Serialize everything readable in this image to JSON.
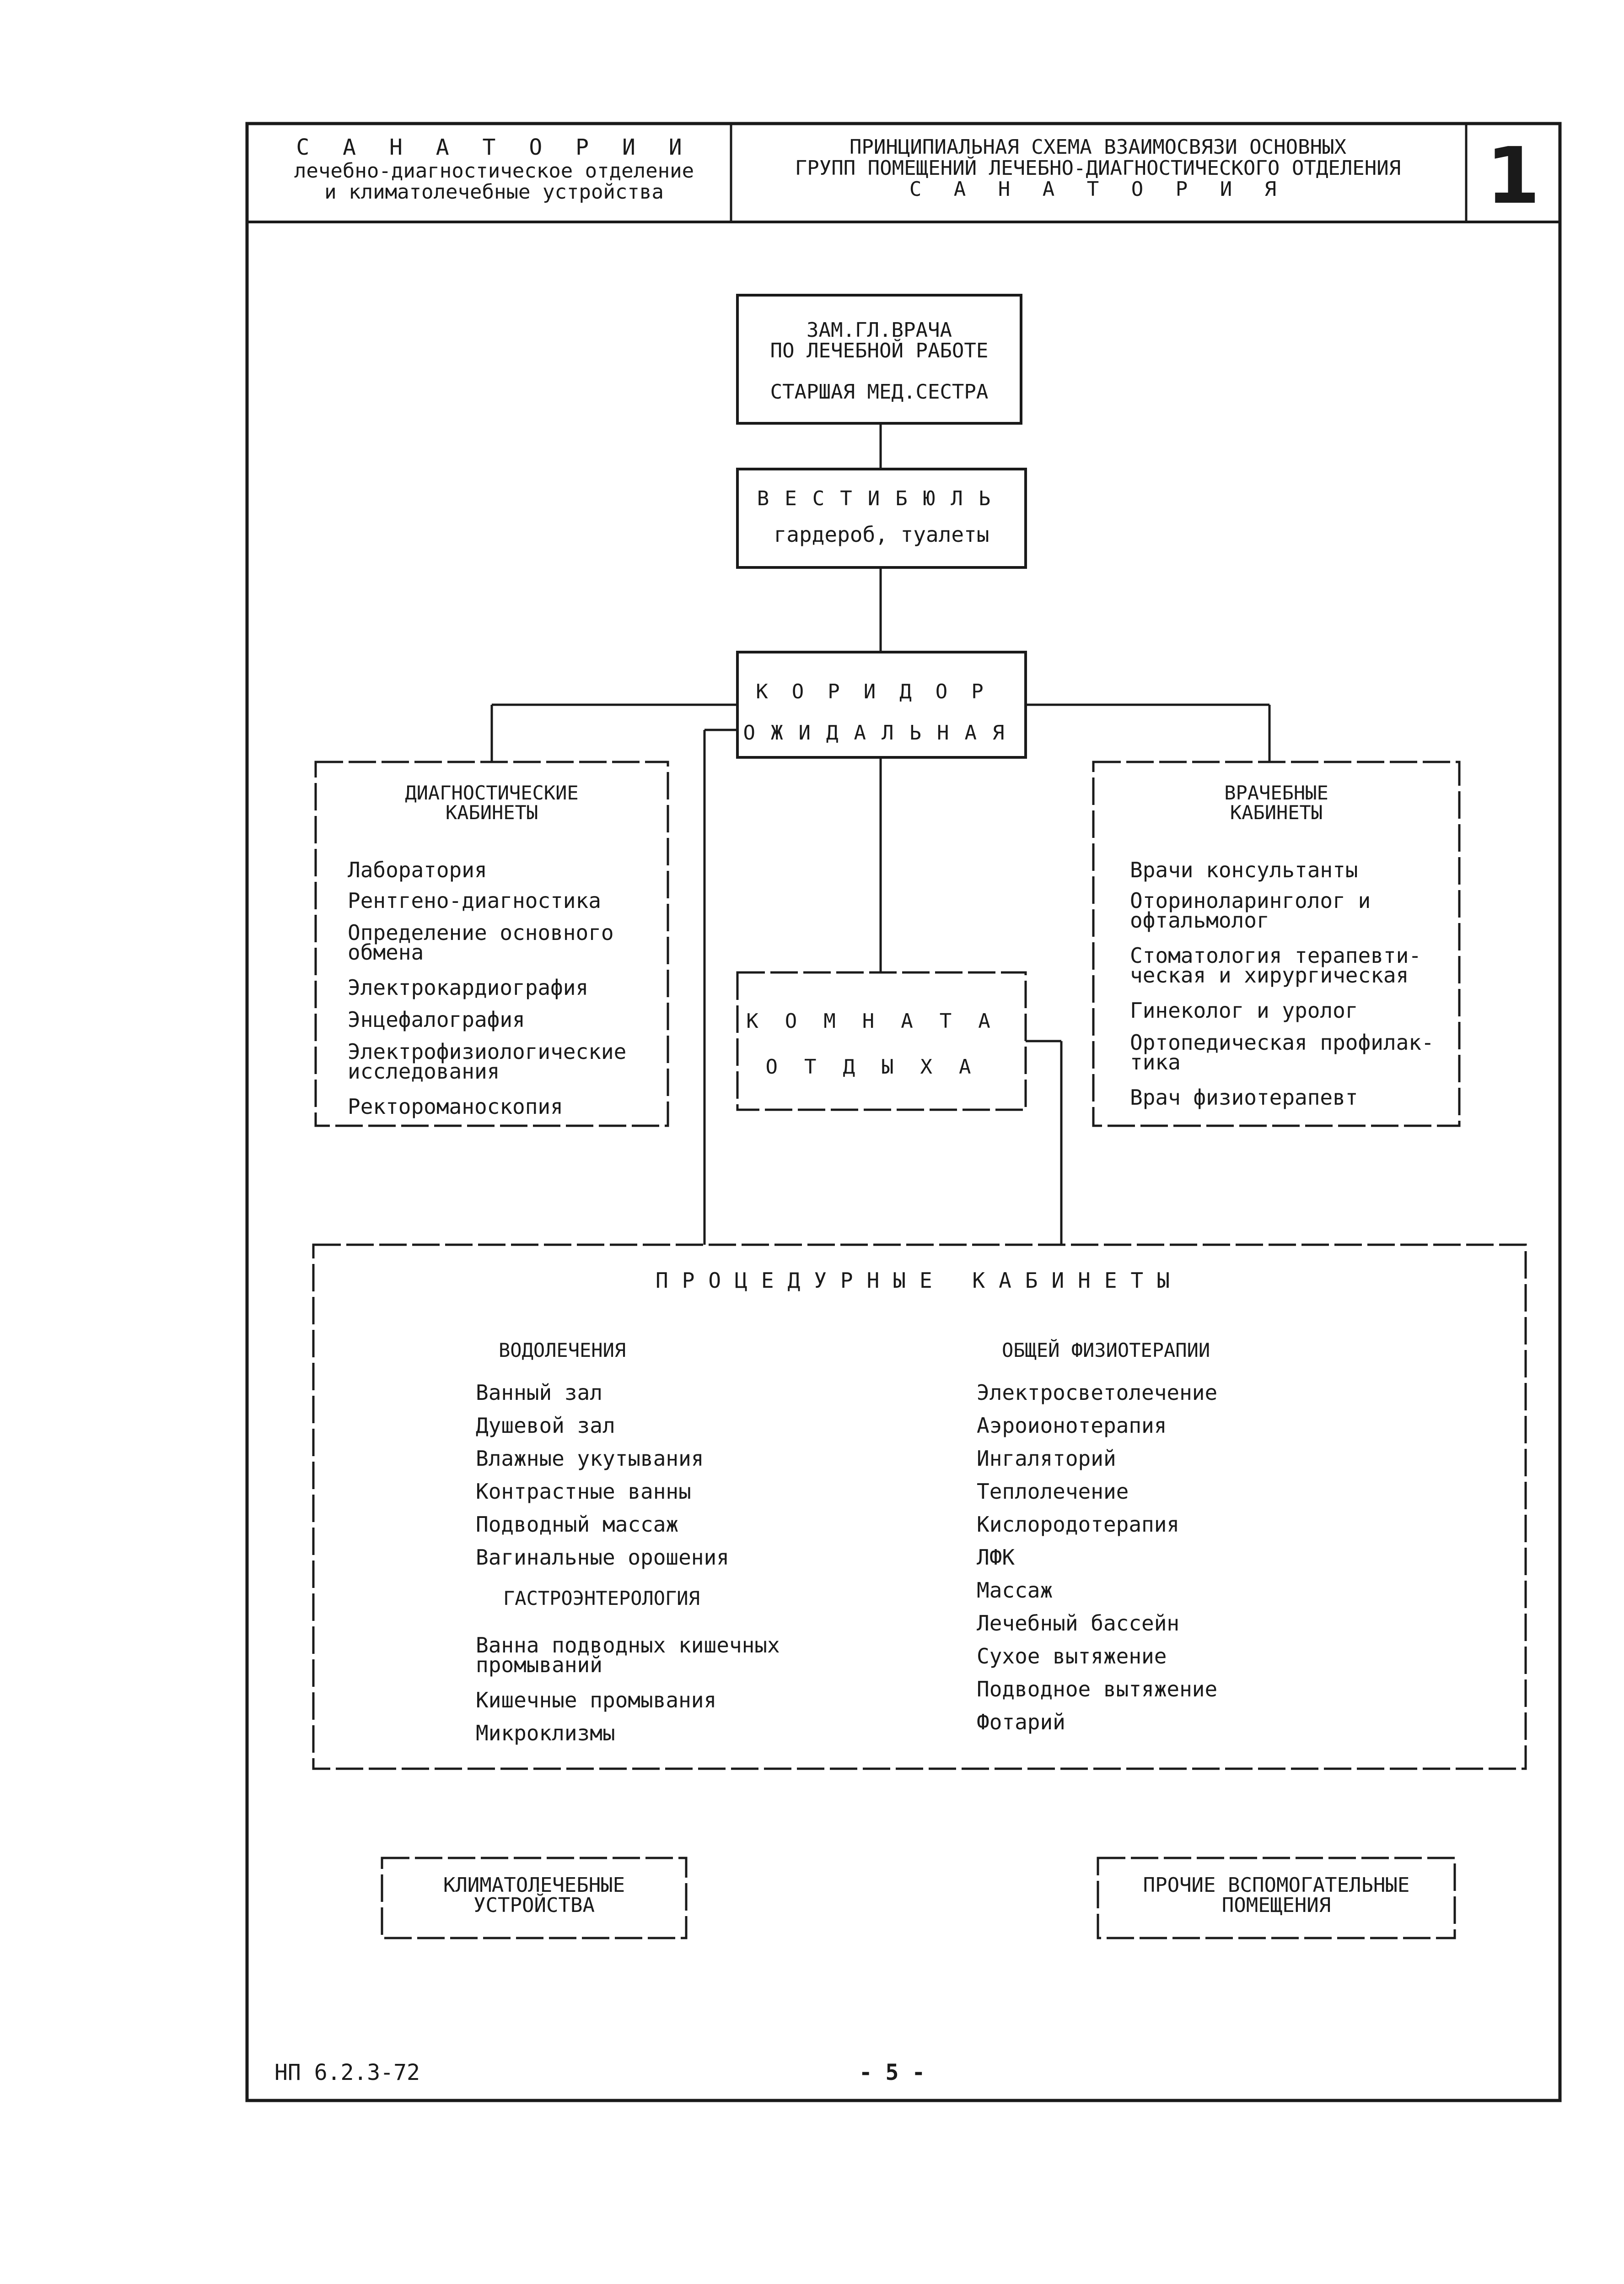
{
  "header": {
    "left_title": "С А Н А Т О Р И И",
    "left_line1": "лечебно-диагностическое отделение",
    "left_line2": "и климатолечебные устройства",
    "center_line1": "ПРИНЦИПИАЛЬНАЯ СХЕМА ВЗАИМОСВЯЗИ ОСНОВНЫХ",
    "center_line2": "ГРУПП ПОМЕЩЕНИЙ ЛЕЧЕБНО-ДИАГНОСТИЧЕСКОГО ОТДЕЛЕНИЯ",
    "center_line3": "С А Н А Т О Р И Я",
    "sheet_number": "1"
  },
  "boxes": {
    "head": {
      "line1": "ЗАМ.ГЛ.ВРАЧА",
      "line2": "ПО ЛЕЧЕБНОЙ РАБОТЕ",
      "line3": "СТАРШАЯ МЕД.СЕСТРА"
    },
    "vestibule": {
      "title": "ВЕСТИБЮЛЬ",
      "subtitle": "гардероб, туалеты"
    },
    "corridor": {
      "line1": "КОРИДОР",
      "line2": "ОЖИДАЛЬНАЯ"
    },
    "diagnostic": {
      "title1": "ДИАГНОСТИЧЕСКИЕ",
      "title2": "КАБИНЕТЫ",
      "items": [
        "Лаборатория",
        "Рентгено-диагностика",
        "Определение основного",
        "обмена",
        "Электрокардиография",
        "Энцефалография",
        "Электрофизиологические",
        "исследования",
        "Ректороманоскопия"
      ]
    },
    "rest_room": {
      "line1": "КОМНАТА",
      "line2": "ОТДЫХА"
    },
    "doctors": {
      "title1": "ВРАЧЕБНЫЕ",
      "title2": "КАБИНЕТЫ",
      "items": [
        "Врачи консультанты",
        "Оториноларинголог и",
        "офтальмолог",
        "Стоматология терапевти-",
        "ческая и хирургическая",
        "Гинеколог и уролог",
        "Ортопедическая профилак-",
        "тика",
        "Врач физиотерапевт"
      ]
    },
    "procedure": {
      "title": "ПРОЦЕДУРНЫЕ КАБИНЕТЫ",
      "left": {
        "heading": "ВОДОЛЕЧЕНИЯ",
        "items": [
          "Ванный зал",
          "Душевой зал",
          "Влажные укутывания",
          "Контрастные ванны",
          "Подводный массаж",
          "Вагинальные орошения"
        ],
        "heading2": "ГАСТРОЭНТЕРОЛОГИЯ",
        "items2": [
          "Ванна подводных кишечных",
          "промываний",
          "Кишечные промывания",
          "Микроклизмы"
        ]
      },
      "right": {
        "heading": "ОБЩЕЙ ФИЗИОТЕРАПИИ",
        "items": [
          "Электросветолечение",
          "Аэроионотерапия",
          "Ингаляторий",
          "Теплолечение",
          "Кислородотерапия",
          "ЛФК",
          "Массаж",
          "Лечебный бассейн",
          "Сухое вытяжение",
          "Подводное вытяжение",
          "Фотарий"
        ]
      }
    },
    "climate": {
      "line1": "КЛИМАТОЛЕЧЕБНЫЕ",
      "line2": "УСТРОЙСТВА"
    },
    "other": {
      "line1": "ПРОЧИЕ ВСПОМОГАТЕЛЬНЫЕ",
      "line2": "ПОМЕЩЕНИЯ"
    }
  },
  "footer": {
    "code": "НП 6.2.3-72",
    "page": "- 5 -"
  }
}
